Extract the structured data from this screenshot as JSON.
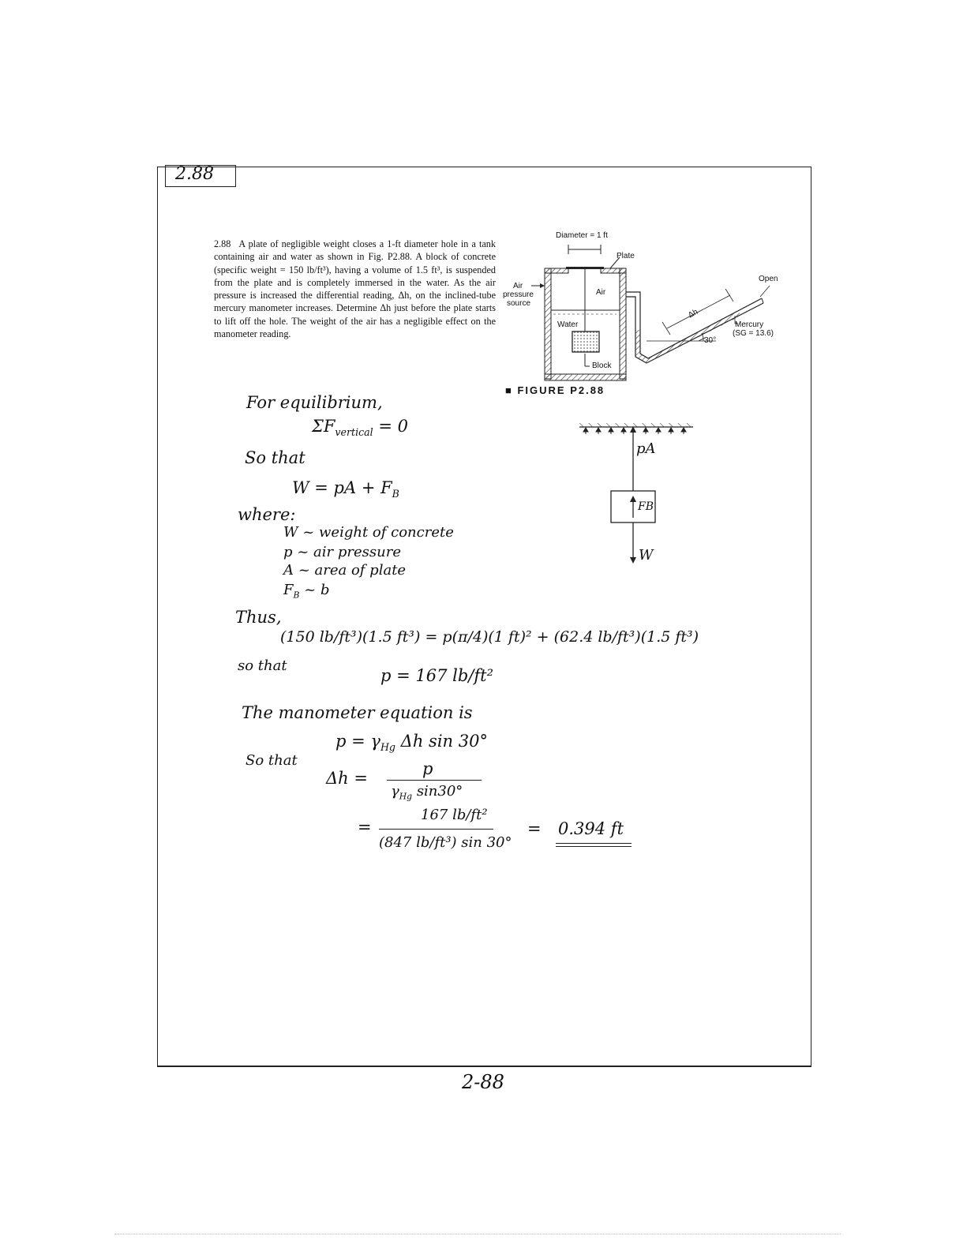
{
  "header": {
    "problem_tag": "2.88"
  },
  "problem": {
    "number": "2.88",
    "text": "A plate of negligible weight closes a 1-ft diameter hole in a tank containing air and water as shown in Fig. P2.88. A block of concrete (specific weight = 150 lb/ft³), having a volume of 1.5 ft³, is suspended from the plate and is completely immersed in the water. As the air pressure is increased the differential reading, Δh, on the inclined-tube mercury manometer increases. Determine Δh just before the plate starts to lift off the hole. The weight of the air has a negligible effect on the manometer reading."
  },
  "figure": {
    "caption": "FIGURE P2.88",
    "diameter_label": "Diameter = 1 ft",
    "plate_label": "Plate",
    "air_source_label_1": "Air",
    "air_source_label_2": "pressure",
    "air_source_label_3": "source",
    "air_label": "Air",
    "water_label": "Water",
    "block_label": "Block",
    "open_label": "Open",
    "dh_label": "Δh",
    "angle_label": "30°",
    "mercury_label": "Mercury",
    "sg_label": "(SG = 13.6)"
  },
  "fbd": {
    "pa_label": "pA",
    "fb_label": "FB",
    "w_label": "W"
  },
  "solution": {
    "l1": "For equilibrium,",
    "l2": "ΣF",
    "l2_sub": "vertical",
    "l2_rhs": "= 0",
    "l3": "So that",
    "l4": "W = pA + F",
    "l4_sub": "B",
    "l5": "where:",
    "l6": "W ~ weight of concrete",
    "l7": "p ~ air pressure",
    "l8": "A ~ area of plate",
    "l9": "F",
    "l9_sub": "B",
    "l9_rest": " ~ b",
    "l10": "Thus,",
    "l11": "(150 lb/ft³)(1.5 ft³) = p(π/4)(1 ft)² + (62.4 lb/ft³)(1.5 ft³)",
    "l12": "so that",
    "l13": "p = 167 lb/ft²",
    "l14": "The manometer equation is",
    "l15": "p = γ",
    "l15_sub": "Hg",
    "l15_rest": " Δh sin 30°",
    "l16": "So that",
    "l17a": "Δh =",
    "l17_num": "p",
    "l17_den": "γ",
    "l17_den_sub": "Hg",
    "l17_den_rest": " sin30°",
    "l18a": "=",
    "l18_num": "167 lb/ft²",
    "l18_den": "(847 lb/ft³) sin 30°",
    "l18b": "=",
    "answer": "0.394 ft"
  },
  "footer": {
    "page": "2-88"
  }
}
